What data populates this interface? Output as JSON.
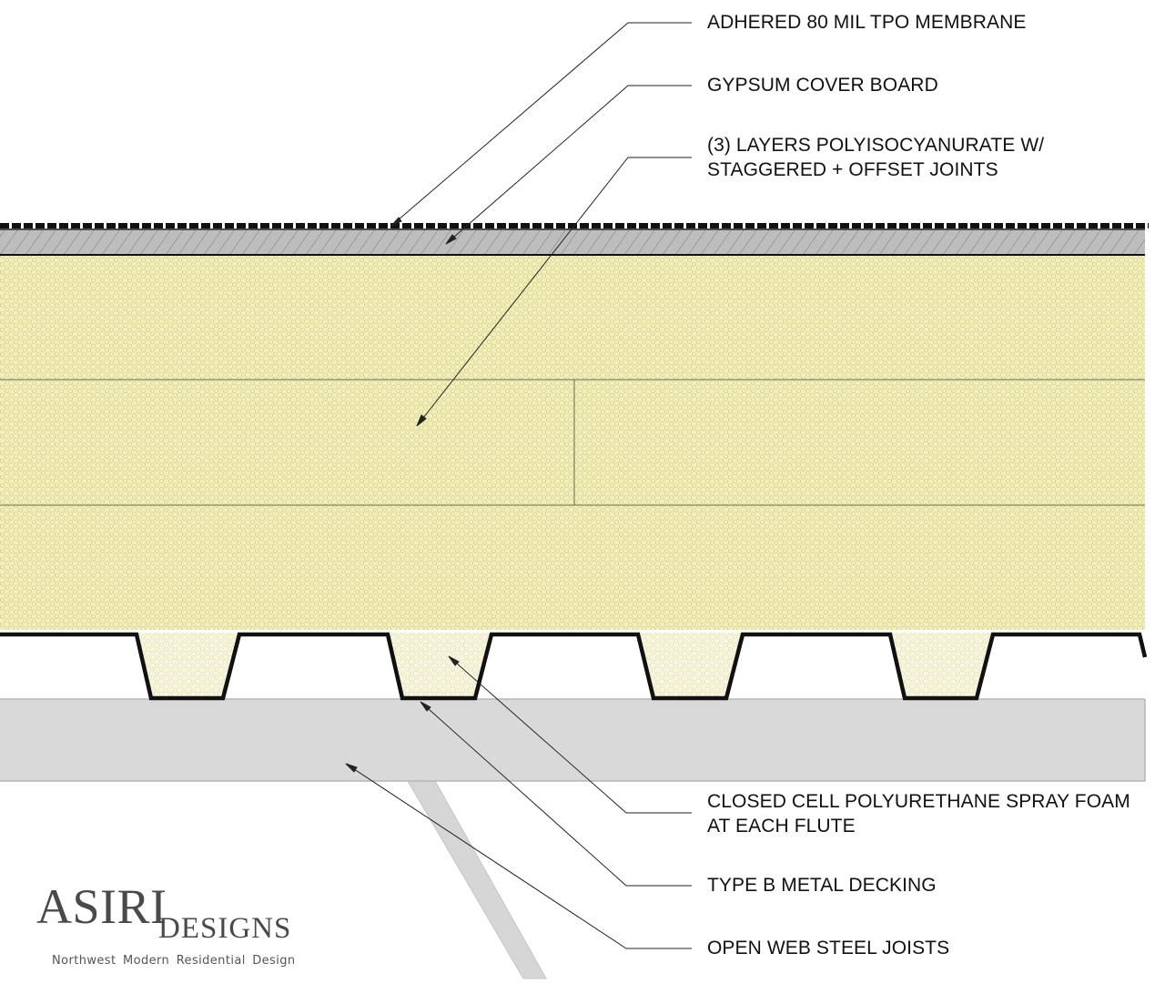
{
  "callouts": {
    "membrane": "ADHERED 80 MIL TPO MEMBRANE",
    "cover_board": "GYPSUM COVER BOARD",
    "insulation_line1": "(3)  LAYERS POLYISOCYANURATE W/",
    "insulation_line2": "STAGGERED + OFFSET JOINTS",
    "spray_foam_line1": "CLOSED CELL POLYURETHANE SPRAY FOAM",
    "spray_foam_line2": "AT EACH FLUTE",
    "decking": "TYPE B METAL DECKING",
    "joists": "OPEN WEB STEEL JOISTS"
  },
  "logo": {
    "main": "ASIRI",
    "sub": "DESIGNS",
    "tagline": "Northwest Modern Residential Design"
  },
  "colors": {
    "insulation_fill": "#f3efb8",
    "cover_board_fill": "#bdbdbd",
    "steel_fill": "#d9d9d9",
    "line": "#111111"
  }
}
